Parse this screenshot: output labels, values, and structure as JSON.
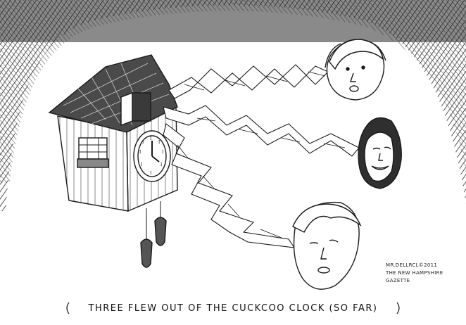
{
  "caption": {
    "text": "THREE FLEW OUT OF THE CUCKCOO CLOCK (SO FAR)"
  },
  "signature": {
    "line1": "Mr.Dellrcl©2011",
    "line2": "The New Hampshire Gazette"
  },
  "colors": {
    "ink": "#1a1a1a",
    "hatch": "#333333",
    "background": "#ffffff"
  },
  "figures": [
    {
      "name": "head-top-right",
      "hair": "light"
    },
    {
      "name": "head-middle-right",
      "hair": "dark"
    },
    {
      "name": "head-bottom",
      "hair": "light"
    }
  ]
}
